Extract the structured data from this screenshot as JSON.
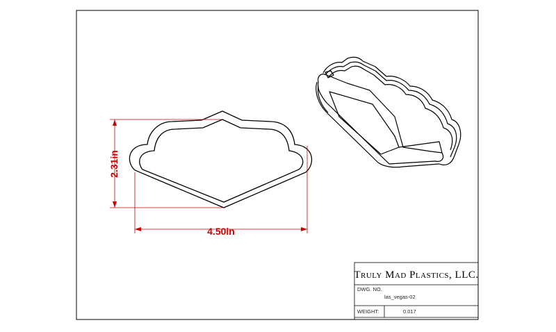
{
  "title_block": {
    "company": "Truly Mad Plastics, LLC.",
    "dwg_no_label": "DWG. NO.",
    "dwg_no_value": "las_vegas-02",
    "weight_label": "WEIGHT:",
    "weight_value": "0.017"
  },
  "dimensions": {
    "height_label": "2.31in",
    "width_label": "4.50in"
  },
  "colors": {
    "dimension": "#cc0000",
    "line": "#000000"
  }
}
